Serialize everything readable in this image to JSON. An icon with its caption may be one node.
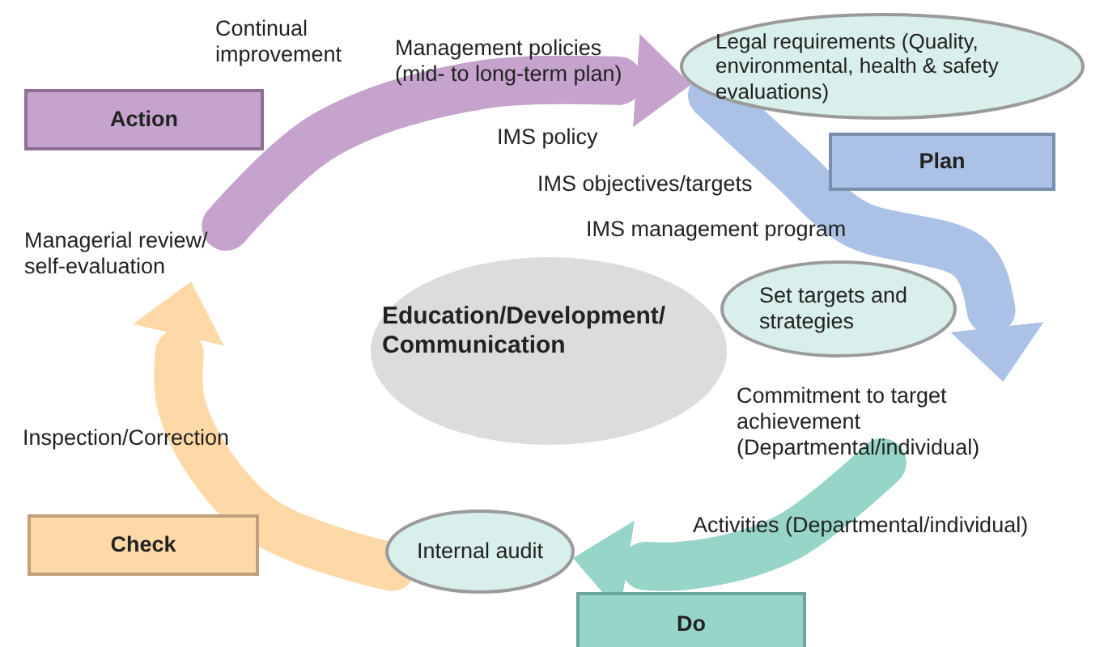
{
  "diagram": {
    "nodes": [
      {
        "text": [
          "Action"
        ]
      },
      {
        "text": [
          "Legal requirements (Quality, environmental, health & safety evaluations)"
        ]
      },
      {
        "text": [
          "Plan"
        ]
      },
      {
        "text": [
          "Set targets and strategies"
        ]
      },
      {
        "text": [
          "Education/Development/ Communication"
        ]
      },
      {
        "text": [
          "Check"
        ]
      },
      {
        "text": [
          "Internal audit"
        ]
      },
      {
        "text": [
          "Do"
        ]
      },
      {
        "text": [
          "Managerial review/ self-evaluation"
        ]
      },
      {
        "text": [
          "Commitment to target achievement (Departmental/individual)"
        ]
      }
    ],
    "edges": [
      {
        "from": 8,
        "to": 1,
        "arrow": "to",
        "color": "#c5a3cc"
      },
      {
        "from": 1,
        "to": 9,
        "arrow": "to",
        "color": "#abc2e6"
      },
      {
        "from": 9,
        "to": 6,
        "arrow": "to",
        "color": "#97d5c8"
      },
      {
        "from": 6,
        "to": 8,
        "arrow": "to",
        "color": "#fed9a8"
      }
    ],
    "labels": [
      "Continual improvement",
      "Management policies (mid- to long-term plan)",
      "IMS policy",
      "IMS objectives/targets",
      "IMS management program",
      "Inspection/Correction",
      "Activities (Departmental/individual)"
    ]
  }
}
